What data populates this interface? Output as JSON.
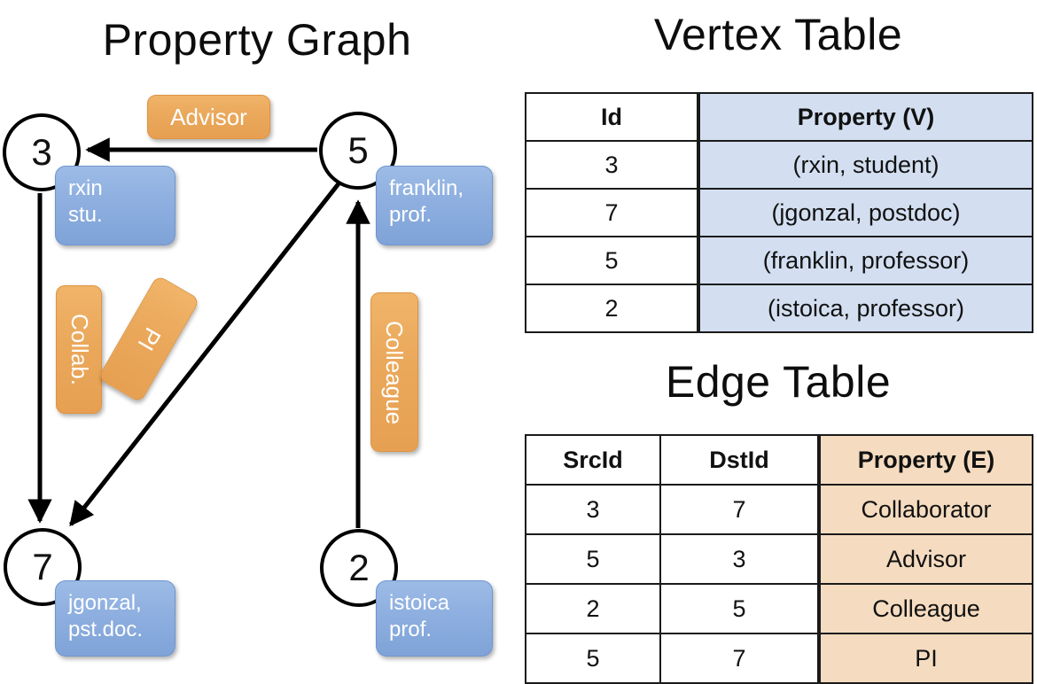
{
  "titles": {
    "property_graph": "Property Graph",
    "vertex_table": "Vertex Table",
    "edge_table": "Edge Table"
  },
  "graph": {
    "vertices": [
      {
        "id": "3",
        "label": "rxin\nstu.",
        "box_color": "#8fb0e0"
      },
      {
        "id": "5",
        "label": "franklin,\nprof.",
        "box_color": "#8fb0e0"
      },
      {
        "id": "7",
        "label": "jgonzal,\npst.doc.",
        "box_color": "#8fb0e0"
      },
      {
        "id": "2",
        "label": "istoica\nprof.",
        "box_color": "#8fb0e0"
      }
    ],
    "edge_labels": [
      {
        "name": "advisor",
        "text": "Advisor",
        "color": "#eaa85b"
      },
      {
        "name": "collab",
        "text": "Collab.",
        "color": "#eaa85b"
      },
      {
        "name": "pi",
        "text": "PI",
        "color": "#eaa85b"
      },
      {
        "name": "colleague",
        "text": "Colleague",
        "color": "#eaa85b"
      }
    ]
  },
  "vertex_table": {
    "headers": [
      "Id",
      "Property (V)"
    ],
    "rows": [
      {
        "id": "3",
        "property": "(rxin, student)"
      },
      {
        "id": "7",
        "property": "(jgonzal, postdoc)"
      },
      {
        "id": "5",
        "property": "(franklin, professor)"
      },
      {
        "id": "2",
        "property": "(istoica, professor)"
      }
    ],
    "property_column_color": "#d3dff1"
  },
  "edge_table": {
    "headers": [
      "SrcId",
      "DstId",
      "Property (E)"
    ],
    "rows": [
      {
        "src": "3",
        "dst": "7",
        "property": "Collaborator"
      },
      {
        "src": "5",
        "dst": "3",
        "property": "Advisor"
      },
      {
        "src": "2",
        "dst": "5",
        "property": "Colleague"
      },
      {
        "src": "5",
        "dst": "7",
        "property": "PI"
      }
    ],
    "property_column_color": "#f5dcc0"
  }
}
